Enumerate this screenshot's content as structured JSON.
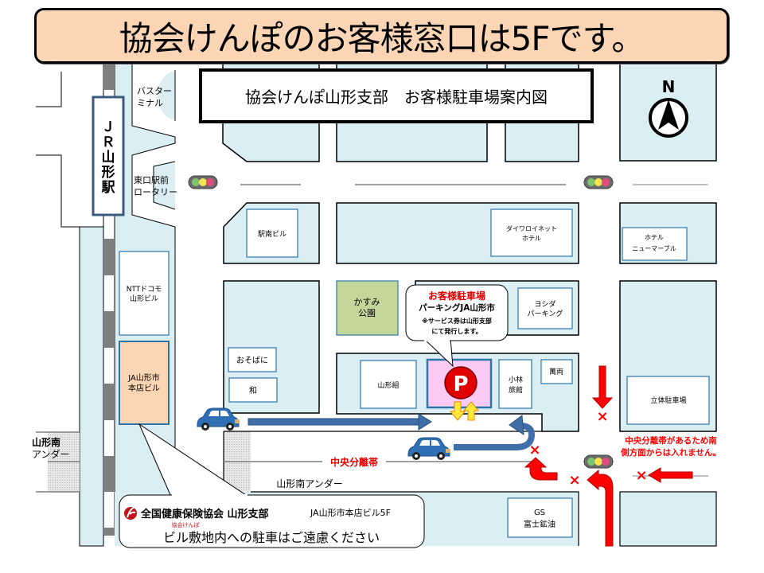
{
  "header": {
    "title": "協会けんぽのお客様窓口は5Fです。"
  },
  "map": {
    "title": "協会けんぽ山形支部　お客様駐車場案内図",
    "compass": "N",
    "station": [
      "Ｊ",
      "Ｒ",
      "山",
      "形",
      "駅"
    ],
    "bus_terminal": [
      "バスター",
      "ミナル"
    ],
    "east_rotary": [
      "東口駅前",
      "ロータリー"
    ],
    "buildings": {
      "ekinan": [
        "駅南ビル"
      ],
      "daiwa_hotel": [
        "ダイワロイネット",
        "ホテル"
      ],
      "hotel_new_marble": [
        "ホテル",
        "ニューマーブル"
      ],
      "ntt_docomo": [
        "NTTドコモ",
        "山形ビル"
      ],
      "ja_honten": [
        "JA山形市",
        "本店ビル"
      ],
      "kasumi_park": [
        "かすみ",
        "公園"
      ],
      "yoshida_parking": [
        "ヨシダ",
        "パーキング"
      ],
      "osobani": [
        "おそばに"
      ],
      "nagomi": [
        "和"
      ],
      "yamagata_gumi": [
        "山形組"
      ],
      "kobayashi_ryokan": [
        "小林",
        "旅館"
      ],
      "manryo": [
        "萬両"
      ],
      "rittai_parking": [
        "立体駐車場"
      ],
      "gas_station": [
        "GS",
        "富士鉱油"
      ]
    },
    "roads": {
      "underpass_left": [
        "山形南",
        "アンダー"
      ],
      "underpass": "山形南アンダー",
      "median": "中央分離帯"
    },
    "parking_callout": {
      "title": "お客様駐車場",
      "name": "パーキングJA山形市",
      "note": [
        "※サービス券は山形支部",
        "にて発行します。"
      ]
    },
    "parking_symbol": "P",
    "warning": [
      "中央分離帯があるため南",
      "側方面からは入れません。"
    ],
    "no_entry_mark": "×",
    "office_callout": {
      "org": "全国健康保険協会 山形支部",
      "org_sub": "協会けんぽ",
      "address": "JA山形市本店ビル5F",
      "notice": "ビル敷地内への駐車はご遠慮ください"
    }
  },
  "colors": {
    "header_bg": "#FCD5B5",
    "block_fill": "#DAEEF3",
    "inner_border": "#2E75A8",
    "park_fill": "#C4D79B",
    "ja_fill": "#FCD5B5",
    "parking_fill": "#FBCBF6",
    "warning_red": "#FF0000",
    "route_blue": "#3F6EA8"
  }
}
